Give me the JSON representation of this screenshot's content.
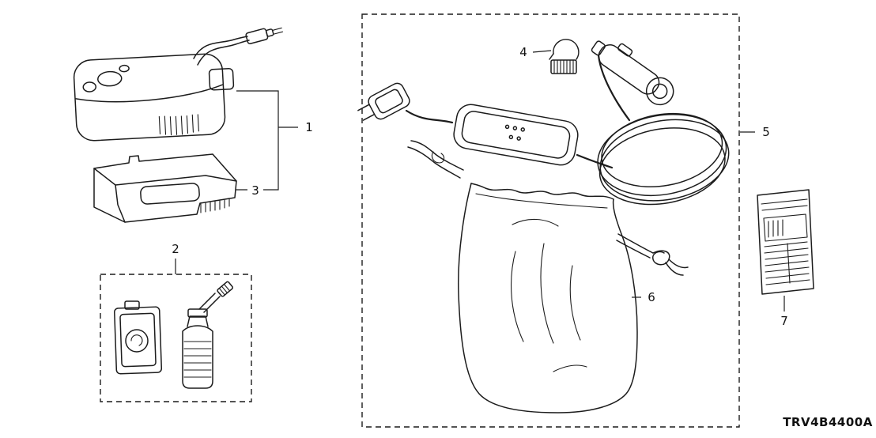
{
  "diagram": {
    "code": "TRV4B4400A",
    "callouts": [
      {
        "label": "1"
      },
      {
        "label": "2"
      },
      {
        "label": "3"
      },
      {
        "label": "4"
      },
      {
        "label": "5"
      },
      {
        "label": "6"
      },
      {
        "label": "7"
      }
    ]
  }
}
